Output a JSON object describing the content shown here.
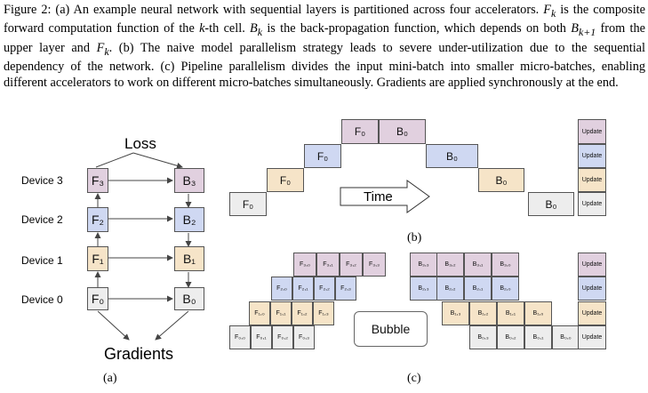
{
  "caption": {
    "p1": "Figure 2: (a) An example neural network with sequential layers is partitioned across four accelerators.",
    "p2_fk": "F",
    "p2_k": "k",
    "p2_a": " is the composite forward computation function of the ",
    "p2_kth": "k",
    "p2_b": "-th cell. ",
    "p2_bk": "B",
    "p2_k2": "k",
    "p2_c": " is the back-propagation",
    "p3_a": "function, which depends on both ",
    "p3_bk1": "B",
    "p3_k1": "k+1",
    "p3_b": " from the upper layer and ",
    "p3_fk": "F",
    "p3_k": "k",
    "p3_c": ". (b) The naive model parallelism",
    "p4": "strategy leads to severe under-utilization due to the sequential dependency of the network. (c) Pipeline",
    "p5": "parallelism divides the input mini-batch into smaller micro-batches, enabling different accelerators to",
    "p6": "work on different micro-batches simultaneously. Gradients are applied synchronously at the end."
  },
  "panel_a": {
    "loss": "Loss",
    "gradients": "Gradients",
    "label": "(a)",
    "devices": [
      "Device 3",
      "Device 2",
      "Device 1",
      "Device 0"
    ],
    "forward": [
      "F₃",
      "F₂",
      "F₁",
      "F₀"
    ],
    "backward": [
      "B₃",
      "B₂",
      "B₁",
      "B₀"
    ]
  },
  "panel_b": {
    "label": "(b)",
    "time": "Time",
    "forward": [
      "F₀",
      "F₀",
      "F₀",
      "F₀"
    ],
    "backward": [
      "B₀",
      "B₀",
      "B₀",
      "B₀"
    ],
    "update": [
      "Update",
      "Update",
      "Update",
      "Update"
    ]
  },
  "panel_c": {
    "label": "(c)",
    "bubble": "Bubble",
    "rows": [
      {
        "f": [
          "F₃,₀",
          "F₃,₁",
          "F₃,₂",
          "F₃,₃"
        ],
        "b": [
          "B₃,₃",
          "B₃,₂",
          "B₃,₁",
          "B₃,₀"
        ]
      },
      {
        "f": [
          "F₂,₀",
          "F₂,₁",
          "F₂,₂",
          "F₂,₃"
        ],
        "b": [
          "B₂,₃",
          "B₂,₂",
          "B₂,₁",
          "B₂,₀"
        ]
      },
      {
        "f": [
          "F₁,₀",
          "F₁,₁",
          "F₁,₂",
          "F₁,₃"
        ],
        "b": [
          "B₁,₃",
          "B₁,₂",
          "B₁,₁",
          "B₁,₀"
        ]
      },
      {
        "f": [
          "F₀,₀",
          "F₀,₁",
          "F₀,₂",
          "F₀,₃"
        ],
        "b": [
          "B₀,₃",
          "B₀,₂",
          "B₀,₁",
          "B₀,₀"
        ]
      }
    ],
    "update": [
      "Update",
      "Update",
      "Update",
      "Update"
    ]
  },
  "colors": {
    "dev3": "#e1d0df",
    "dev2": "#cfd8f2",
    "dev1": "#f6e4c8",
    "dev0": "#ededed"
  }
}
